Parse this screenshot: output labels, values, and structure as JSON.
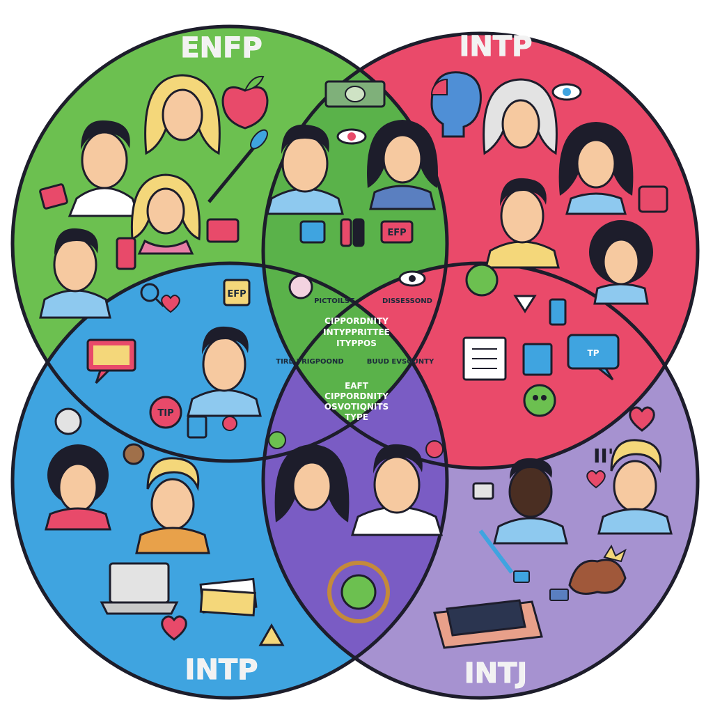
{
  "colors": {
    "green": "#6cc050",
    "red": "#ea4a6a",
    "blue": "#3fa4e0",
    "purple": "#a692d0",
    "overlap_green": "#5ab24a",
    "overlap_blue_purple": "#7a5cc4",
    "outline": "#1d1d2b"
  },
  "circles": {
    "top_left": {
      "label": "ENFP"
    },
    "top_right": {
      "label": "INTP"
    },
    "bottom_left": {
      "label": "INTP"
    },
    "bottom_right": {
      "label": "INTJ"
    }
  },
  "center": {
    "upper_line1": "CIPPORDNITY",
    "upper_line2": "INTYPPRITTEE",
    "upper_line3": "ITYPPOS",
    "lower_line1": "EAFT",
    "lower_line2": "CIPPORDNITY",
    "lower_line3": "OSVOTIQNITS",
    "lower_line4": "TYPE",
    "tag_left_top": "PICTOILST",
    "tag_right_top": "DISSESSOND",
    "tag_left_mid": "TIRD TRIGPOOND",
    "tag_right_mid": "BUUD EVSOUNTY"
  },
  "badges": {
    "top_overlap": "EFP",
    "left_overlap": "EFP",
    "blue_tip": "TIP",
    "red_tip": "TP",
    "intj_tag": "II'"
  },
  "icons": {
    "heart": "heart-icon",
    "apple": "apple-icon",
    "eye": "eye-icon",
    "laptop": "laptop-icon",
    "book": "book-icon",
    "speech": "speech-bubble-icon",
    "brush": "paintbrush-icon",
    "magnifier": "magnifier-icon"
  }
}
